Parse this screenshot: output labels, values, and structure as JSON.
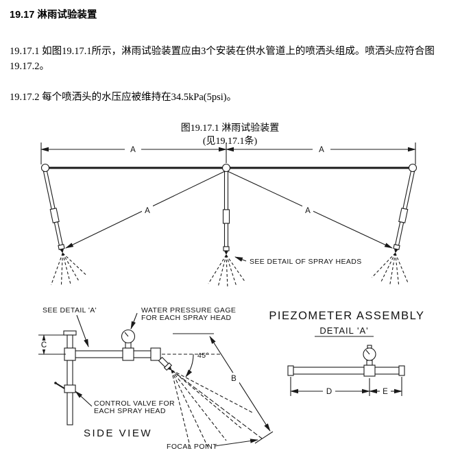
{
  "doc": {
    "section_title": "19.17 淋雨试验装置",
    "para_1": "19.17.1 如图19.17.1所示，淋雨试验装置应由3个安装在供水管道上的喷洒头组成。喷洒头应符合图19.17.2。",
    "para_2": "19.17.2 每个喷洒头的水压应被维持在34.5kPa(5psi)。",
    "figure_caption": "图19.17.1 淋雨试验装置",
    "figure_caption_ref": "(见19.17.1条)"
  },
  "diagram": {
    "dim_a_left": "A",
    "dim_a_right": "A",
    "dim_a_diag_left": "A",
    "dim_a_diag_right": "A",
    "dim_b": "B",
    "dim_c": "C",
    "dim_d": "D",
    "dim_e": "E",
    "angle_label": "45°",
    "spray_heads_note": "SEE DETAIL OF SPRAY HEADS",
    "see_detail_a_note": "SEE DETAIL 'A'",
    "gage_note_line1": "WATER PRESSURE GAGE",
    "gage_note_line2": "FOR EACH SPRAY HEAD",
    "valve_note_line1": "CONTROL VALVE FOR",
    "valve_note_line2": "EACH SPRAY HEAD",
    "side_view_title": "SIDE VIEW",
    "focal_point_label": "FOCAL POINT",
    "piezometer_title": "PIEZOMETER ASSEMBLY",
    "piezometer_detail": "DETAIL 'A'"
  }
}
